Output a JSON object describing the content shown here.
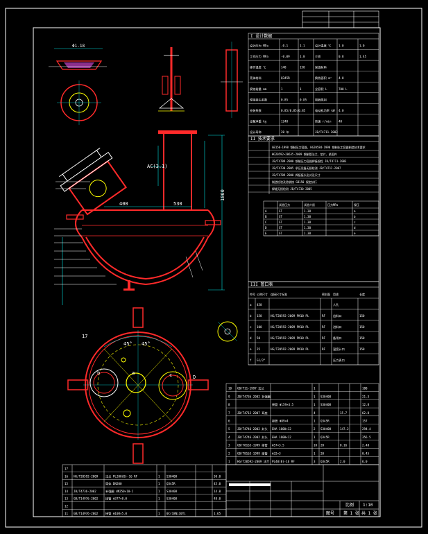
{
  "title_block": {
    "drawing_no_label": "图号",
    "scale_label": "比例",
    "sheet_label": "第 1 张",
    "total_label": "共 1 张",
    "ratio_value": "1:10"
  },
  "design_table": {
    "section_title": "I 设计数据",
    "rows": [
      [
        "设计压力 MPa",
        "-0.1",
        "1.1",
        "设计温度 ℃",
        "1.0",
        "1.0"
      ],
      [
        "工作压力 MPa",
        "-0.09",
        "1.0",
        "介质",
        "0.8",
        "1.45"
      ],
      [
        "操作温度 ℃",
        "140",
        "150",
        "保温材料",
        "",
        ""
      ],
      [
        "壳体材料",
        "Q345R",
        "",
        "换热面积 m²",
        "4.0",
        ""
      ],
      [
        "腐蚀裕量 mm",
        "1",
        "1",
        "全容积 L",
        "700 L",
        ""
      ],
      [
        "焊接接头系数",
        "0.85",
        "0.85",
        "容器类别",
        "",
        ""
      ],
      [
        "充装系数",
        "0.85/0.85/0.85",
        "",
        "电动机功率 kW",
        "4.0",
        ""
      ],
      [
        "设备净重 kg",
        "1240",
        "",
        "转速 r/min",
        "40",
        ""
      ],
      [
        "设计寿命",
        "20 年",
        "",
        "JB/T4711-2003",
        "",
        ""
      ]
    ]
  },
  "tech_reqs": {
    "title": "II 技术要求",
    "lines": [
      "GB150-1998 钢制压力容器, HG20584-1998 钢制化工容器制造技术要求",
      "HG20592~20635-2009 钢制管法兰、垫片、紧固件",
      "JB/T4709-2000 钢制压力容器焊接规程 JB/T4711-2003",
      "JB/T4730-2005 承压设备无损检测 JB/T4712-2007",
      "JB/T4709-2000 焊接接头形式及尺寸",
      "制造检验及验收按 GB150 规定执行",
      "焊缝无损检测 JB/T4730-2005"
    ]
  },
  "test_table": {
    "headers": [
      "",
      "试验压力",
      "试验介质",
      "压力MPa",
      "保压"
    ],
    "rows": [
      [
        "A",
        "ST",
        "1.38",
        "",
        "a"
      ],
      [
        "B",
        "ST",
        "1.38",
        "",
        "b"
      ],
      [
        "C",
        "ST",
        "1.38",
        "",
        "c"
      ],
      [
        "D",
        "ST",
        "1.38",
        "",
        "d"
      ],
      [
        "E",
        "ST",
        "1.38",
        "",
        "e"
      ]
    ]
  },
  "nozzle_table": {
    "title": "III 管口表",
    "headers": [
      "符号",
      "公称尺寸",
      "连接尺寸标准",
      "密封面",
      "用途",
      "长度"
    ],
    "rows": [
      [
        "a",
        "450",
        "",
        "",
        "人孔",
        ""
      ],
      [
        "b",
        "150",
        "HG/T20592-2009 PN10 PL",
        "RF",
        "出料口",
        "150"
      ],
      [
        "c",
        "100",
        "HG/T20592-2009 PN10 PL",
        "RF",
        "进料口",
        "150"
      ],
      [
        "d",
        "50",
        "HG/T20592-2009 PN10 PL",
        "RF",
        "备用口",
        "150"
      ],
      [
        "e",
        "25",
        "HG/T20592-2009 PN10 PL",
        "RF",
        "温度计口",
        "150"
      ],
      [
        "f",
        "G1/2\"",
        "",
        "",
        "压力表口",
        ""
      ]
    ]
  },
  "bom_upper": {
    "rows": [
      [
        "10",
        "GB/T11-1997 法兰",
        "",
        "1",
        "",
        "",
        "180"
      ],
      [
        "9",
        "JB/T4736-2002 补强圈",
        "",
        "1",
        "S30408",
        "",
        "21.3"
      ],
      [
        "8",
        "",
        "接管 Φ159×4.5",
        "1",
        "S30408",
        "",
        "12.8"
      ],
      [
        "7",
        "JB/T4712-2007 耳座",
        "",
        "4",
        "",
        "15.7",
        "62.8"
      ],
      [
        "6",
        "",
        "接管 Φ89×4",
        "1",
        "Q345R",
        "",
        "157"
      ],
      [
        "5",
        "JB/T4746-2002 封头",
        "EHA 1600×12",
        "2",
        "S30408",
        "147.2",
        "294.4"
      ],
      [
        "4",
        "JB/T4746-2002 封头",
        "EHA 1600×12",
        "1",
        "Q345R",
        "",
        "356.5"
      ],
      [
        "3",
        "GB/T8163-1999 接管",
        "Φ57×3.5",
        "10",
        "20",
        "0.16",
        "2.48"
      ],
      [
        "2",
        "GB/T8163-1999 接管",
        "Φ32×3",
        "1",
        "20",
        "",
        "0.45"
      ],
      [
        "1",
        "HG/T20592-2009 法兰",
        "PL40(B)-16 RF",
        "3",
        "Q345R",
        "2.0",
        "6.0"
      ]
    ]
  },
  "bom_lower": {
    "rows": [
      [
        "17",
        "",
        "",
        "",
        "",
        ""
      ],
      [
        "16",
        "HG/T20592-2009",
        "法兰 PL200(B)-16 RF",
        "1",
        "S30408",
        "30.0"
      ],
      [
        "15",
        "",
        "筒体 DN200",
        "1",
        "Q345R",
        "45.0"
      ],
      [
        "14",
        "JB/T4736-2002",
        "补强圈 dN250×10-C",
        "1",
        "S30408",
        "14.0"
      ],
      [
        "13",
        "GB/T14976-2002",
        "接管 Φ377×8.0",
        "1",
        "S30408",
        "48.0"
      ],
      [
        "12",
        "",
        "",
        "",
        "",
        ""
      ],
      [
        "11",
        "GB/T14976-2002",
        "接管 Φ108×5.0",
        "1",
        "0Cr18Ni10Ti",
        "1.65"
      ]
    ]
  },
  "dims": {
    "top_d1": "Φ1.18",
    "h_total": "1860",
    "ac_label": "AC(3.1)",
    "w1": "400",
    "w2": "530",
    "angle1": "45°",
    "angle2": "45°",
    "label17": "17",
    "labelB": "B",
    "labelD": "D",
    "label_a": "a",
    "label_b": "b",
    "label_c": "c"
  },
  "colors": {
    "bg": "#000000",
    "frame": "#ffffff",
    "vessel": "#ff2a2a",
    "dim": "#00e5e5",
    "accent": "#ffff00",
    "green": "#33ff33",
    "magenta": "#ff55ff",
    "blue": "#4a6cff"
  }
}
